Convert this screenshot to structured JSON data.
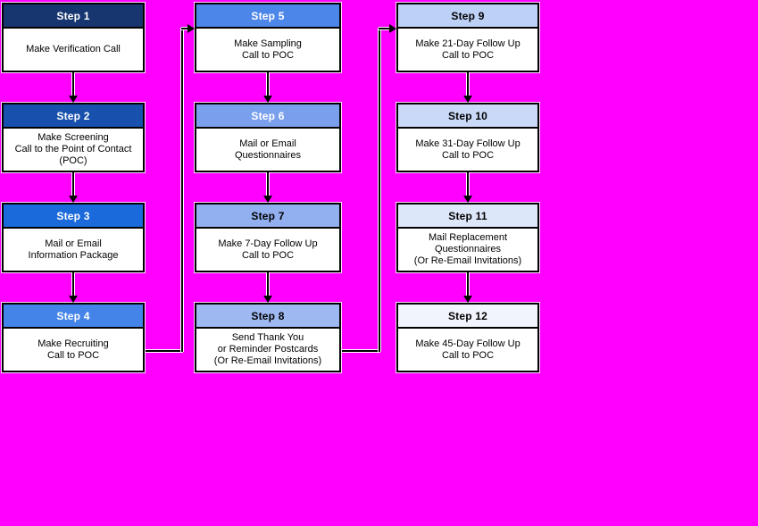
{
  "background_color": "#FF00FF",
  "box_style": {
    "border_color": "#000000",
    "body_bg": "#FFFFFF",
    "body_text_color": "#000000"
  },
  "steps": [
    {
      "title": "Step 1",
      "body": "Make Verification Call",
      "header_bg": "#17356F",
      "header_fg": "#FFFFFF"
    },
    {
      "title": "Step 2",
      "body": "Make Screening\nCall to the Point of Contact\n(POC)",
      "header_bg": "#1751AD",
      "header_fg": "#FFFFFF"
    },
    {
      "title": "Step 3",
      "body": "Mail or Email\nInformation Package",
      "header_bg": "#1A6ADB",
      "header_fg": "#FFFFFF"
    },
    {
      "title": "Step 4",
      "body": "Make Recruiting\nCall to POC",
      "header_bg": "#4484E9",
      "header_fg": "#FFFFFF"
    },
    {
      "title": "Step 5",
      "body": "Make Sampling\nCall to POC",
      "header_bg": "#4D86E9",
      "header_fg": "#FFFFFF"
    },
    {
      "title": "Step 6",
      "body": "Mail or Email\nQuestionnaires",
      "header_bg": "#7AA0ED",
      "header_fg": "#FFFFFF"
    },
    {
      "title": "Step 7",
      "body": "Make 7-Day Follow Up\nCall to POC",
      "header_bg": "#92AFEF",
      "header_fg": "#000000"
    },
    {
      "title": "Step 8",
      "body": "Send Thank You\nor Reminder Postcards\n(Or Re-Email Invitations)",
      "header_bg": "#9EB8F1",
      "header_fg": "#000000"
    },
    {
      "title": "Step 9",
      "body": "Make 21-Day Follow Up\nCall to POC",
      "header_bg": "#BDD0F5",
      "header_fg": "#000000"
    },
    {
      "title": "Step 10",
      "body": "Make 31-Day Follow Up\nCall to POC",
      "header_bg": "#C9D9F7",
      "header_fg": "#000000"
    },
    {
      "title": "Step 11",
      "body": "Mail Replacement\nQuestionnaires\n(Or Re-Email Invitations)",
      "header_bg": "#DDE7FA",
      "header_fg": "#000000"
    },
    {
      "title": "Step 12",
      "body": "Make 45-Day Follow Up\nCall to POC",
      "header_bg": "#F1F4FD",
      "header_fg": "#000000"
    }
  ]
}
